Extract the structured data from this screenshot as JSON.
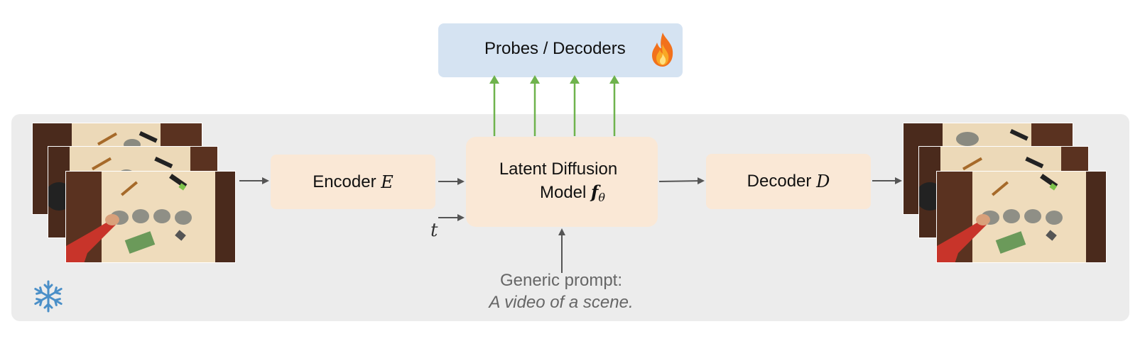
{
  "probes": {
    "label": "Probes / Decoders",
    "icon": "fire-icon"
  },
  "encoder": {
    "label": "Encoder",
    "symbol": "E"
  },
  "latent_diffusion": {
    "line1": "Latent Diffusion",
    "line2": "Model",
    "symbol": "f",
    "subscript": "θ"
  },
  "decoder": {
    "label": "Decoder",
    "symbol": "D"
  },
  "timestep": {
    "symbol": "t"
  },
  "prompt": {
    "line1": "Generic prompt:",
    "line2": "A video of a scene."
  },
  "frozen": {
    "icon": "snowflake-icon"
  },
  "colors": {
    "panel": "#ececec",
    "module_box": "#fae8d6",
    "probe_box": "#d5e3f2",
    "probe_arrow": "#6fb34d",
    "arrow": "#555555",
    "snowflake": "#4a8fc8",
    "fire": "#f2711c"
  },
  "frames": {
    "input_stack_icon": "video-frames-icon",
    "output_stack_icon": "video-frames-icon"
  }
}
